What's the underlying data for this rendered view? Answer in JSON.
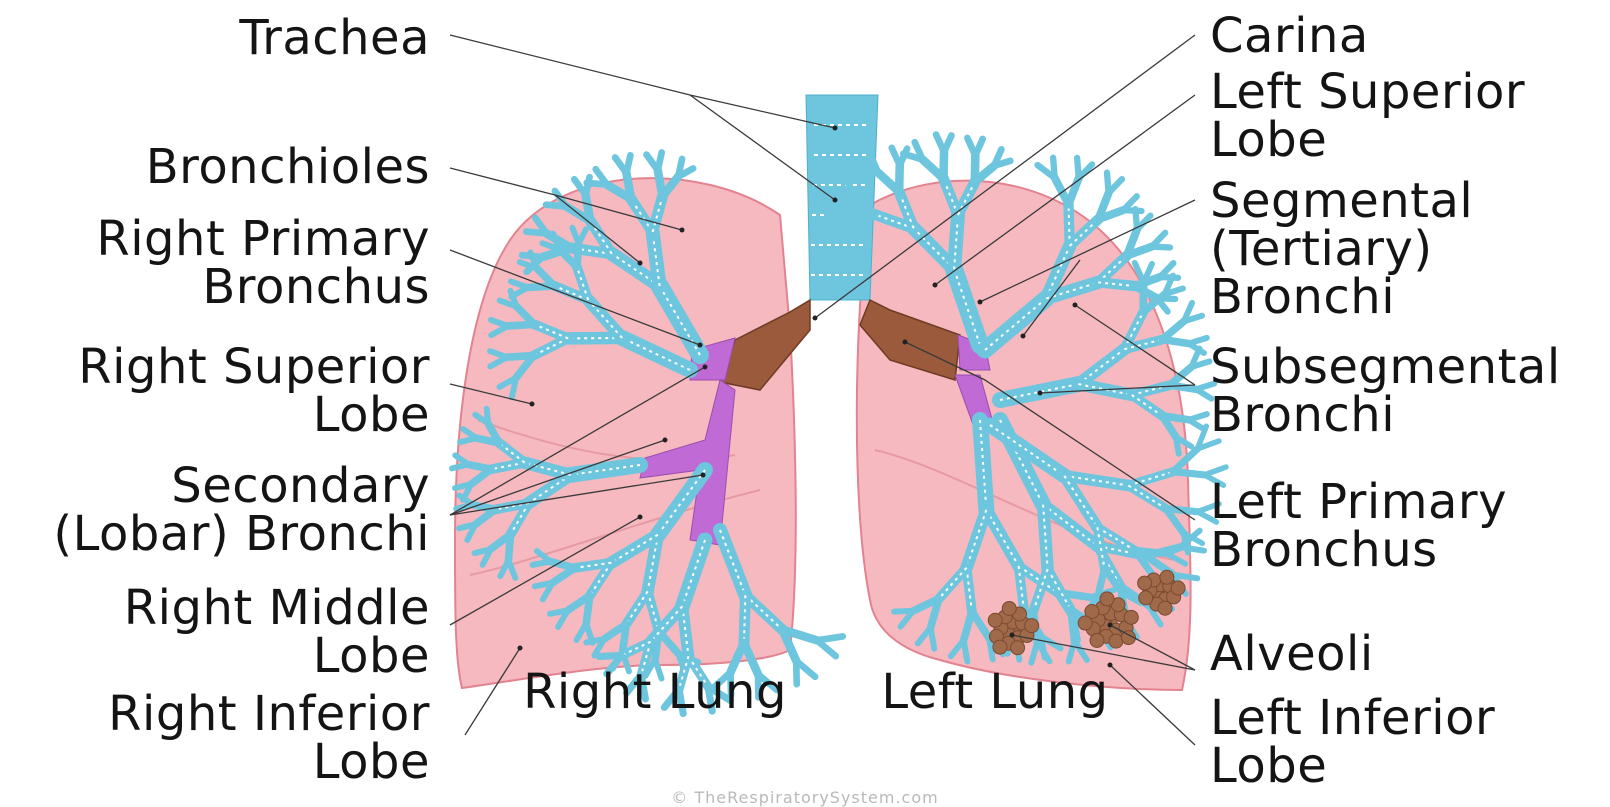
{
  "labels": {
    "trachea": "Trachea",
    "bronchioles": "Bronchioles",
    "right_primary_bronchus": [
      "Right Primary",
      "Bronchus"
    ],
    "right_superior_lobe": [
      "Right Superior",
      "Lobe"
    ],
    "secondary_bronchi": [
      "Secondary",
      "(Lobar) Bronchi"
    ],
    "right_middle_lobe": [
      "Right Middle",
      "Lobe"
    ],
    "right_inferior_lobe": [
      "Right Inferior",
      "Lobe"
    ],
    "carina": "Carina",
    "left_superior_lobe": [
      "Left Superior",
      "Lobe"
    ],
    "segmental_bronchi": [
      "Segmental",
      "(Tertiary)",
      "Bronchi"
    ],
    "subsegmental_bronchi": [
      "Subsegmental",
      "Bronchi"
    ],
    "left_primary_bronchus": [
      "Left Primary",
      "Bronchus"
    ],
    "alveoli": "Alveoli",
    "left_inferior_lobe": [
      "Left Inferior",
      "Lobe"
    ],
    "right_lung": "Right Lung",
    "left_lung": "Left Lung"
  },
  "credit": "© TheRespiratorySystem.com",
  "colors": {
    "lung_fill": "#f6b9c0",
    "lung_edge": "#e2838f",
    "lung_fissure": "#e59aa4",
    "bronchi": "#6ec5de",
    "bronchi_dash": "#ffffff",
    "primary_bronchus": "#9b5a3c",
    "secondary_bronchus": "#c06ad6",
    "alveoli": "#a06a4a",
    "leader_line": "#3a3a3a"
  }
}
